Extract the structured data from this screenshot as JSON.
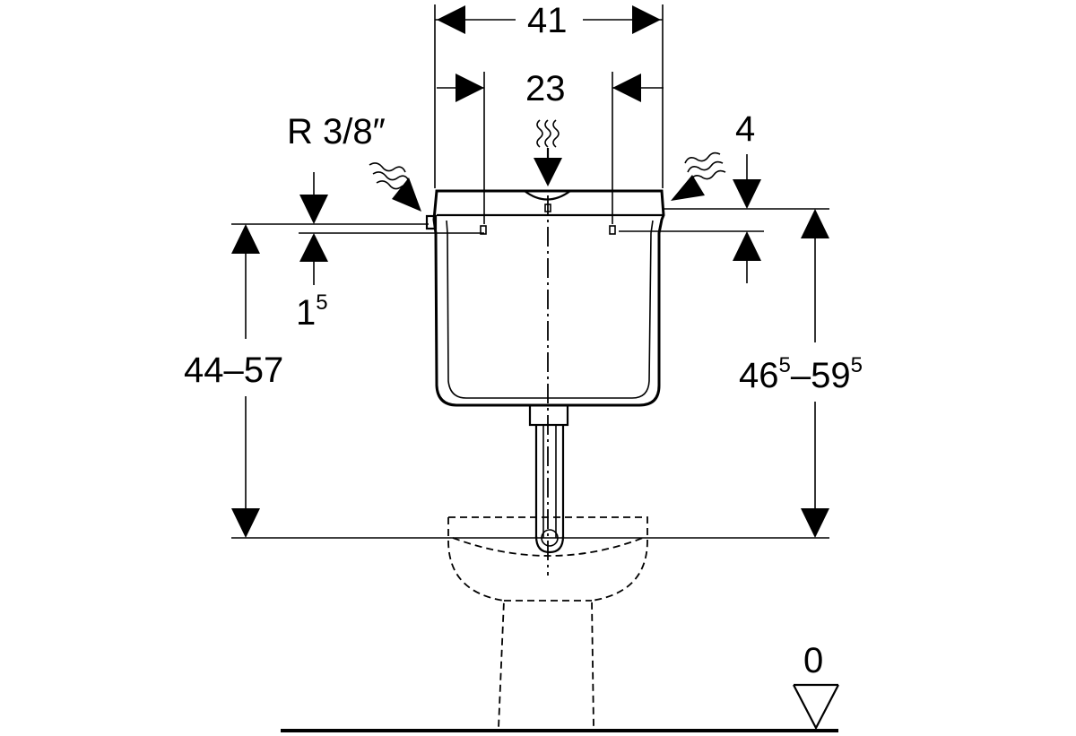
{
  "dimensions": {
    "width_total": "41",
    "inlet_spacing": "23",
    "side_inlet_thread": "R 3/8″",
    "lid_offset": "4",
    "lower_offset": {
      "base": "1",
      "sup": "5"
    },
    "height_left": "44–57",
    "height_right": {
      "part1": "46",
      "sup1": "5",
      "dash": "–",
      "part2": "59",
      "sup2": "5"
    },
    "floor_level": "0"
  }
}
